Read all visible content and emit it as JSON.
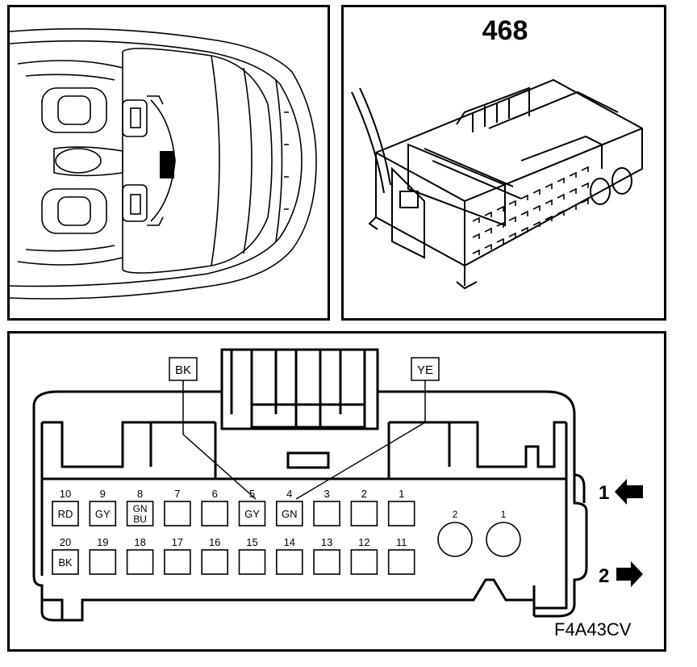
{
  "connector_number": "468",
  "figure_code": "F4A43CV",
  "callouts": {
    "left": "BK",
    "right": "YE"
  },
  "views": {
    "view1": "1",
    "view2": "2"
  },
  "pins_top": [
    {
      "num": "10",
      "color": "RD"
    },
    {
      "num": "9",
      "color": "GY"
    },
    {
      "num": "8",
      "color": "GN BU"
    },
    {
      "num": "7",
      "color": ""
    },
    {
      "num": "6",
      "color": ""
    },
    {
      "num": "5",
      "color": "GY"
    },
    {
      "num": "4",
      "color": "GN"
    },
    {
      "num": "3",
      "color": ""
    },
    {
      "num": "2",
      "color": ""
    },
    {
      "num": "1",
      "color": ""
    }
  ],
  "pins_bottom": [
    {
      "num": "20",
      "color": "BK"
    },
    {
      "num": "19",
      "color": ""
    },
    {
      "num": "18",
      "color": ""
    },
    {
      "num": "17",
      "color": ""
    },
    {
      "num": "16",
      "color": ""
    },
    {
      "num": "15",
      "color": ""
    },
    {
      "num": "14",
      "color": ""
    },
    {
      "num": "13",
      "color": ""
    },
    {
      "num": "12",
      "color": ""
    },
    {
      "num": "11",
      "color": ""
    }
  ],
  "round_pins": [
    "2",
    "1"
  ]
}
